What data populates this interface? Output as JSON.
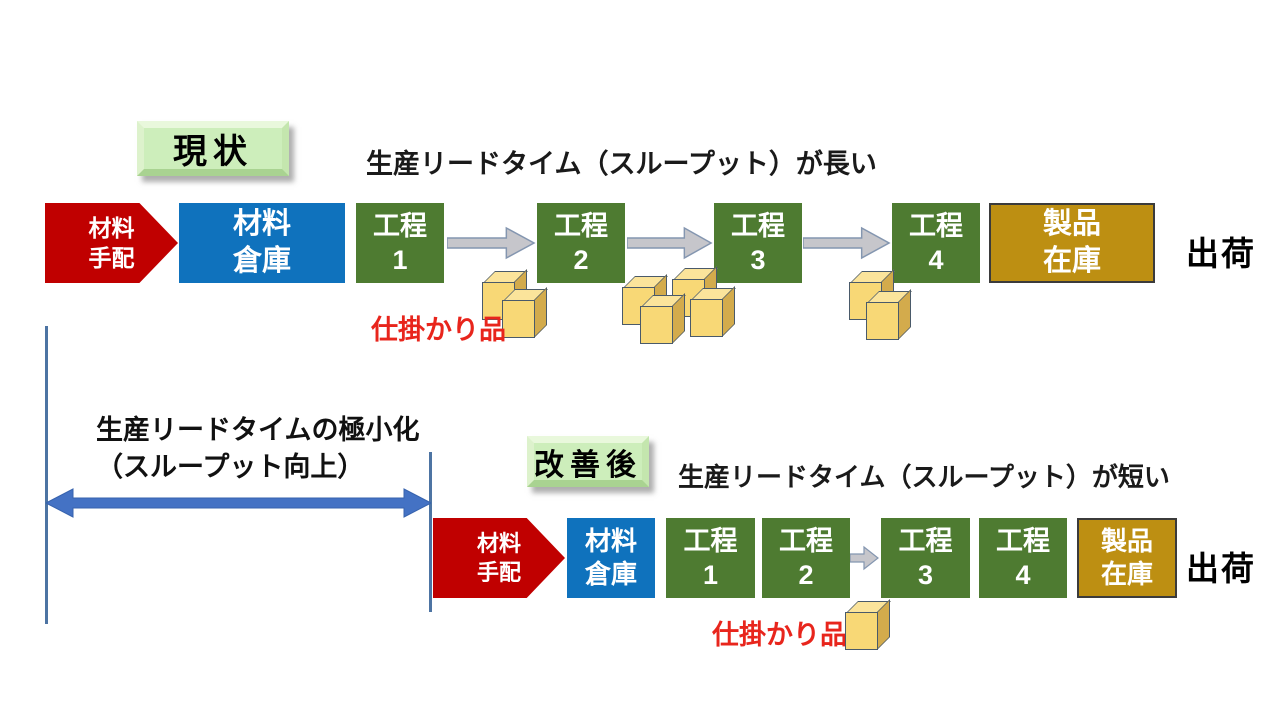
{
  "current": {
    "state_label": "現状",
    "caption": "生産リードタイム（スループット）が長い",
    "material_order": [
      "材料",
      "手配"
    ],
    "warehouse": [
      "材料",
      "倉庫"
    ],
    "processes": [
      [
        "工程",
        "1"
      ],
      [
        "工程",
        "2"
      ],
      [
        "工程",
        "3"
      ],
      [
        "工程",
        "4"
      ]
    ],
    "product_stock": [
      "製品",
      "在庫"
    ],
    "shipping": "出荷",
    "wip_label": "仕掛かり品"
  },
  "note": [
    "生産リードタイムの極小化",
    "（スループット向上）"
  ],
  "improved": {
    "state_label": "改善後",
    "caption": "生産リードタイム（スループット）が短い",
    "material_order": [
      "材料",
      "手配"
    ],
    "warehouse": [
      "材料",
      "倉庫"
    ],
    "processes": [
      [
        "工程",
        "1"
      ],
      [
        "工程",
        "2"
      ],
      [
        "工程",
        "3"
      ],
      [
        "工程",
        "4"
      ]
    ],
    "product_stock": [
      "製品",
      "在庫"
    ],
    "shipping": "出荷",
    "wip_label": "仕掛かり品"
  },
  "colors": {
    "shape_red": "#C00000",
    "shape_blue": "#0F72BD",
    "shape_green": "#4E7B31",
    "shape_gold": "#BD8F12",
    "label_green": "#CDEEBB",
    "flow_arrow_gray": "#C6C6CB",
    "double_arrow_blue": "#4472C4",
    "wip_text_red": "#E8251C",
    "cube_yellow": "#F8D876"
  }
}
